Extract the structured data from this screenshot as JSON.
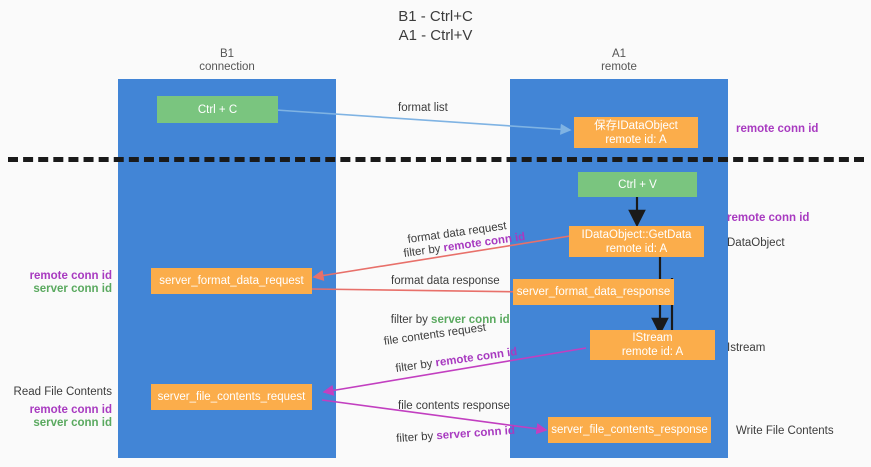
{
  "title": "B1 - Ctrl+C\nA1 - Ctrl+V",
  "lanes": [
    {
      "id": "b1",
      "header": "B1\nconnection"
    },
    {
      "id": "a1",
      "header": "A1\nremote"
    }
  ],
  "nodes": {
    "ctrl_c": {
      "line1": "Ctrl + C",
      "line2": ""
    },
    "save_idataobject": {
      "line1": "保存IDataObject",
      "line2": "remote id: A"
    },
    "ctrl_v": {
      "line1": "Ctrl + V",
      "line2": ""
    },
    "idataobject_getdata": {
      "line1": "IDataObject::GetData",
      "line2": "remote id: A"
    },
    "server_format_data_request": {
      "line1": "server_format_data_request",
      "line2": ""
    },
    "server_format_data_response": {
      "line1": "server_format_data_response",
      "line2": ""
    },
    "istream": {
      "line1": "IStream",
      "line2": "remote id: A"
    },
    "server_file_contents_request": {
      "line1": "server_file_contents_request",
      "line2": ""
    },
    "server_file_contents_response": {
      "line1": "server_file_contents_response",
      "line2": ""
    }
  },
  "annotations": {
    "right_remote_conn_id_top": "remote conn id",
    "right_remote_conn_id_mid": "remote conn id",
    "right_dataobject": "DataObject",
    "right_istream": "Istream",
    "right_write_file_contents": "Write File Contents",
    "left_remote_conn_id": "remote conn id",
    "left_server_conn_id": "server conn id",
    "left_read_file_contents": "Read File Contents",
    "left_remote_conn_id_2": "remote conn id",
    "left_server_conn_id_2": "server conn id"
  },
  "edges": {
    "format_list": "format list",
    "format_data_request": "format data request",
    "format_data_request_filter_prefix": "filter by ",
    "format_data_request_filter_key": "remote conn id",
    "format_data_response": "format data response",
    "format_data_response_filter_prefix": "filter by ",
    "format_data_response_filter_key": "server conn id",
    "file_contents_request": "file contents request",
    "file_contents_request_filter_prefix": "filter by ",
    "file_contents_request_filter_key": "remote conn id",
    "file_contents_response": "file contents response",
    "file_contents_response_filter_prefix": "filter by ",
    "file_contents_response_filter_key": "server conn id"
  },
  "colors": {
    "lane": "#4285d6",
    "green_node": "#7ac57f",
    "orange_node": "#fbad4b",
    "purple_text": "#a83ac0",
    "green_text": "#5aa95f",
    "arrow_blue": "#7fb3e3",
    "arrow_red": "#e8706a",
    "arrow_magenta": "#c23fc0",
    "arrow_black": "#1a1a1a",
    "background": "#fafafa"
  }
}
